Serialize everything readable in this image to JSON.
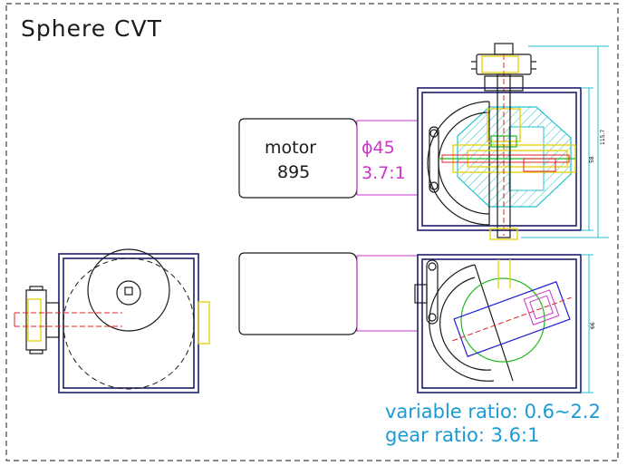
{
  "title": "Sphere CVT",
  "motor": {
    "label": "motor",
    "model": "895"
  },
  "spec": {
    "diameter": "ϕ45",
    "ratio": "3.7:1"
  },
  "notes": {
    "variable_ratio": "variable ratio: 0.6~2.2",
    "gear_ratio": "gear ratio: 3.6:1"
  },
  "dimensions": {
    "overall_height": "115.7",
    "housing_top": "58",
    "housing_bottom": "66"
  },
  "colors": {
    "outline": "#1a1a1a",
    "housing": "#1c1f6a",
    "motor_mount": "#cc33cc",
    "shaft": "#e02020",
    "bearing": "#e6d21a",
    "dimension": "#23c1d0",
    "note_text": "#1a9bd6"
  }
}
